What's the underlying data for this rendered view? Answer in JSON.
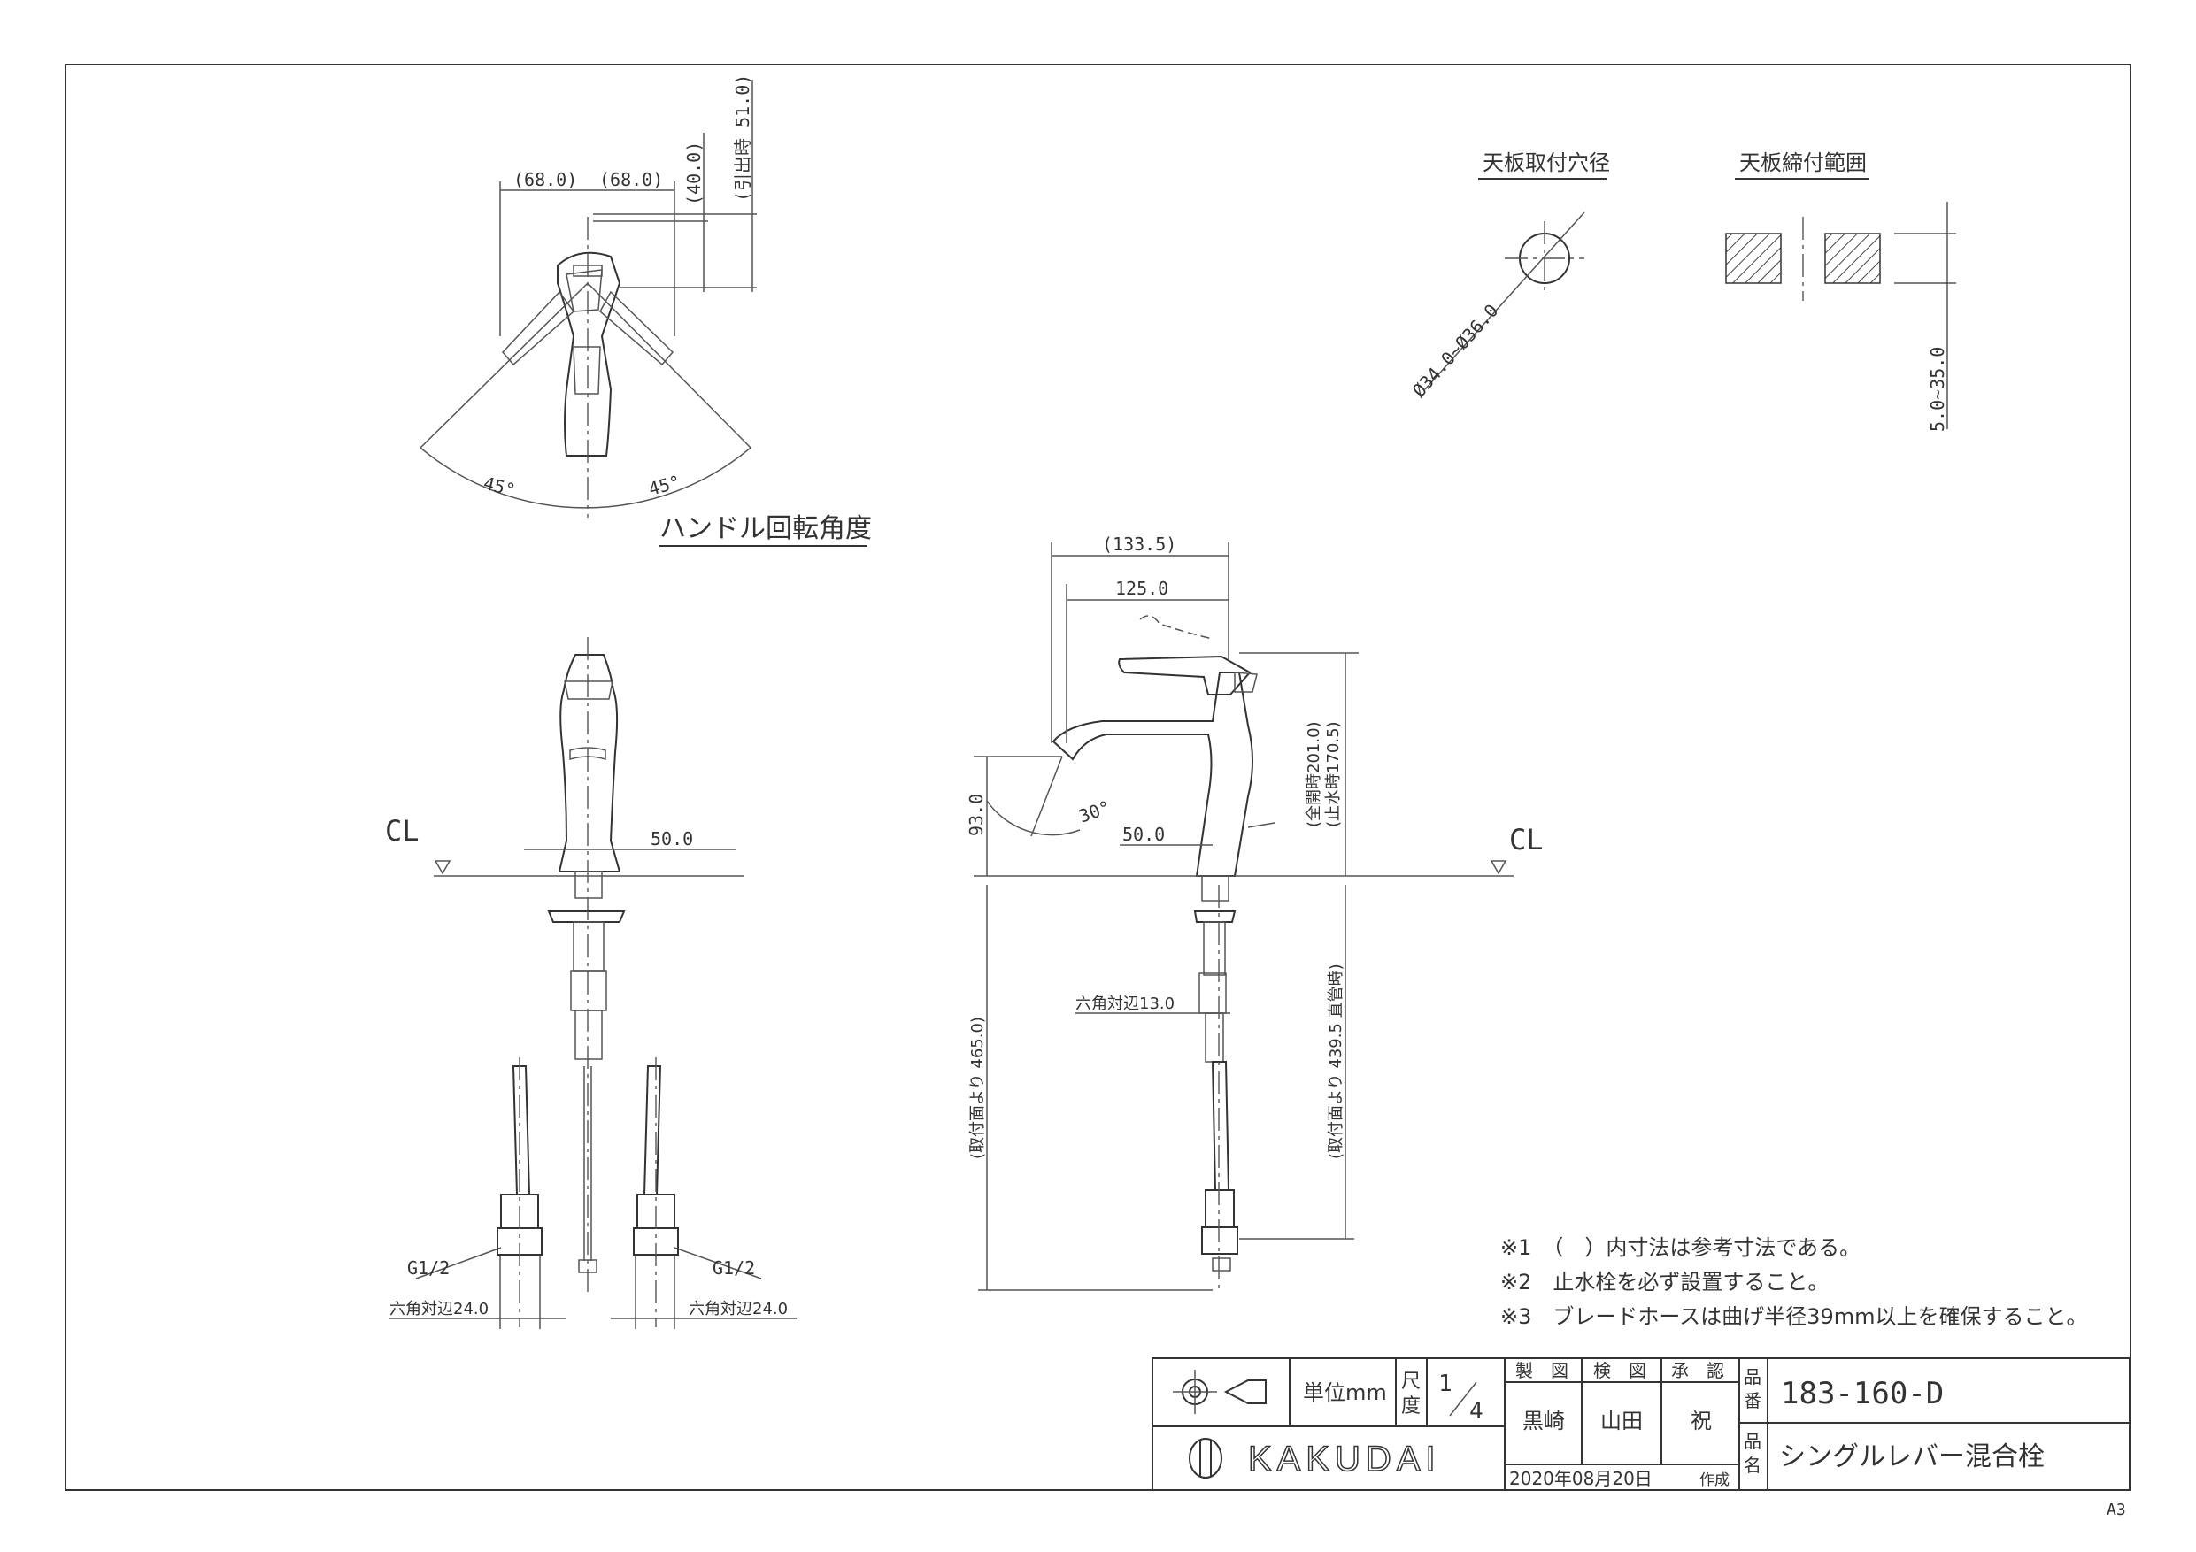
{
  "paper_size": "A3",
  "views": {
    "handle_rotation": {
      "title": "ハンドル回転角度",
      "dim_left": "(68.0)",
      "dim_right": "(68.0)",
      "dim_40": "(40.0)",
      "dim_51": "(引出時 51.0)",
      "angle_left": "45°",
      "angle_right": "45°"
    },
    "front": {
      "cl_label": "CL",
      "dim_50": "50.0",
      "g_left": "G1/2",
      "g_right": "G1/2",
      "hex_left": "六角対辺24.0",
      "hex_right": "六角対辺24.0"
    },
    "side": {
      "cl_label": "CL",
      "dim_1335": "(133.5)",
      "dim_125": "125.0",
      "dim_93": "93.0",
      "angle_30": "30°",
      "dim_50": "50.0",
      "dim_201": "(全開時201.0)",
      "dim_1705": "(止水時170.5)",
      "hex_13": "六角対辺13.0",
      "dim_465": "(取付面より 465.0)",
      "dim_4395": "(取付面より 439.5 直管時)"
    },
    "counter_hole": {
      "title": "天板取付穴径",
      "dim": "Ø34.0~Ø36.0"
    },
    "counter_range": {
      "title": "天板締付範囲",
      "dim": "5.0~35.0"
    }
  },
  "notes": [
    "※1　（　）内寸法は参考寸法である。",
    "※2　止水栓を必ず設置すること。",
    "※3　ブレードホースは曲げ半径39mm以上を確保すること。"
  ],
  "title_block": {
    "unit_label": "単位mm",
    "scale_label_1": "尺",
    "scale_label_2": "度",
    "scale_num": "1",
    "scale_den": "4",
    "drawn_label": "製　図",
    "checked_label": "検　図",
    "approved_label": "承　認",
    "drawn_by": "黒崎",
    "checked_by": "山田",
    "approved_by": "祝",
    "part_no_label_1": "品",
    "part_no_label_2": "番",
    "part_no": "183-160-D",
    "name_label_1": "品",
    "name_label_2": "名",
    "name": "シングルレバー混合栓",
    "company": "KAKUDAI",
    "date": "2020年08月20日",
    "created_label": "作成"
  }
}
